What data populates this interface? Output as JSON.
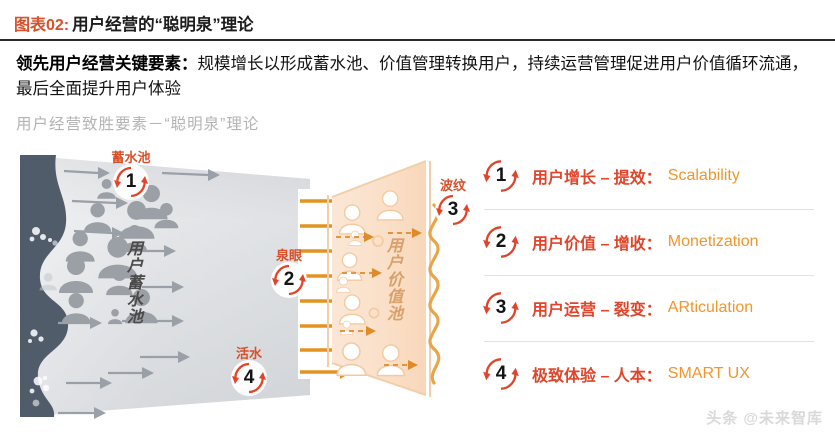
{
  "header": {
    "tag": "图表02:",
    "title": "用户经营的“聪明泉”理论"
  },
  "lead": {
    "bold_part": "领先用户经营关键要素：",
    "rest": "规模增长以形成蓄水池、价值管理转换用户，持续运营管理促进用户价值循环流通，最后全面提升用户体验",
    "subtitle": "用户经营致胜要素－“聪明泉”理论"
  },
  "diagram": {
    "pool_label": "用户蓄水池",
    "value_label": "用户价值池",
    "markers": [
      {
        "id": "m1",
        "text": "蓄水池",
        "num": "1"
      },
      {
        "id": "m2",
        "text": "泉眼",
        "num": "2"
      },
      {
        "id": "m3",
        "text": "波纹",
        "num": "3"
      },
      {
        "id": "m4",
        "text": "活水",
        "num": "4"
      }
    ],
    "flow_arrow_count": 8
  },
  "list": {
    "items": [
      {
        "num": "1",
        "cn": "用户增长 – 提效：",
        "en": "Scalability"
      },
      {
        "num": "2",
        "cn": "用户价值 – 增收：",
        "en": "Monetization"
      },
      {
        "num": "3",
        "cn": "用户运营 – 裂变：",
        "en": "ARticulation"
      },
      {
        "num": "4",
        "cn": "极致体验 – 人本：",
        "en": "SMART UX"
      }
    ]
  },
  "watermark": {
    "text": "头条 @未来智库"
  },
  "colors": {
    "accent_red": "#d8502a",
    "accent_orange": "#f0962c",
    "pool_dark": "#515c6b",
    "pool_gray": "#d5d7da",
    "value_peach": "#fbe3cd",
    "list_cn": "#e0452b"
  }
}
